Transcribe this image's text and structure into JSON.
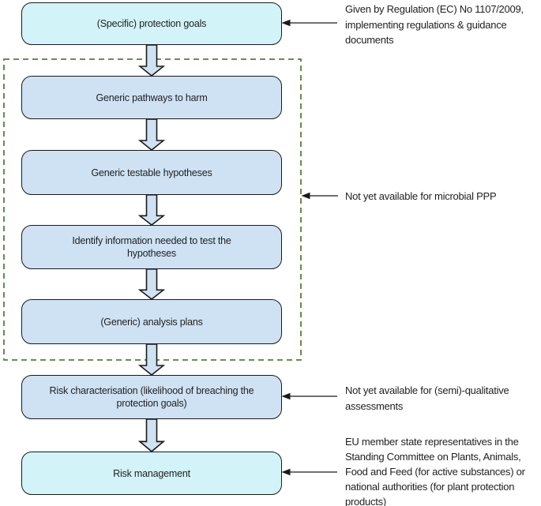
{
  "diagram": {
    "boxes": [
      {
        "id": "protection-goals",
        "label": "(Specific) protection goals",
        "variant": "cyan"
      },
      {
        "id": "pathways-to-harm",
        "label": "Generic pathways to harm",
        "variant": "blue"
      },
      {
        "id": "testable-hypotheses",
        "label": "Generic testable hypotheses",
        "variant": "blue"
      },
      {
        "id": "identify-information",
        "label": "Identify information needed to test the\nhypotheses",
        "variant": "blue"
      },
      {
        "id": "analysis-plans",
        "label": "(Generic) analysis plans",
        "variant": "blue"
      },
      {
        "id": "risk-characterisation",
        "label": "Risk characterisation (likelihood of breaching the\nprotection goals)",
        "variant": "blue"
      },
      {
        "id": "risk-management",
        "label": "Risk management",
        "variant": "cyan"
      }
    ],
    "annotations": [
      {
        "id": "regulation",
        "text": "Given by Regulation (EC) No 1107/2009,\nimplementing regulations & guidance\ndocuments",
        "points_to": "protection-goals"
      },
      {
        "id": "microbial-ppp",
        "text": "Not yet available for microbial PPP",
        "points_to": "generic-steps-group"
      },
      {
        "id": "semi-qualitative",
        "text": "Not yet available for (semi)-qualitative\nassessments",
        "points_to": "risk-characterisation"
      },
      {
        "id": "eu-member-states",
        "text": "EU member state representatives in the\nStanding Committee on Plants, Animals,\nFood and Feed (for active substances) or\nnational authorities (for plant protection\nproducts)",
        "points_to": "risk-management"
      }
    ],
    "colors": {
      "cyan_fill": "#d2f3f8",
      "blue_fill": "#cfe2f3",
      "box_border": "#1a1a1a",
      "dashed_group_border": "#538135",
      "arrow_fill": "#cfe2f3",
      "arrow_outline": "#1a1a1a",
      "annotation_arrow": "#1a1a1a",
      "text": "#1f1f1f",
      "background": "#ffffff"
    }
  }
}
